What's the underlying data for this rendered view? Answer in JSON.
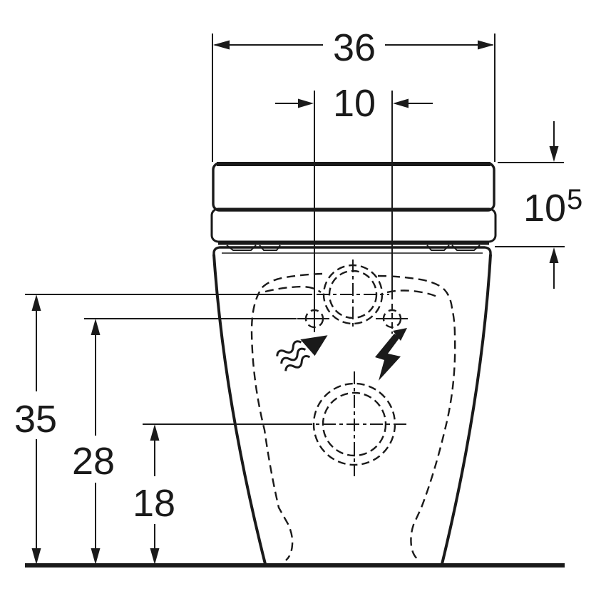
{
  "drawing": {
    "background_color": "#ffffff",
    "line_color": "#1a1a1a",
    "dimensions": {
      "overall_width": {
        "label": "36"
      },
      "connection_spacing": {
        "label": "10"
      },
      "seat_section_height": {
        "label": "10",
        "superscript": "5"
      },
      "upper_connection_height": {
        "label": "35"
      },
      "side_connection_height": {
        "label": "28"
      },
      "outlet_height": {
        "label": "18"
      }
    },
    "symbols": {
      "water": "water-flow-arrow-icon",
      "electricity": "lightning-bolt-icon"
    }
  }
}
